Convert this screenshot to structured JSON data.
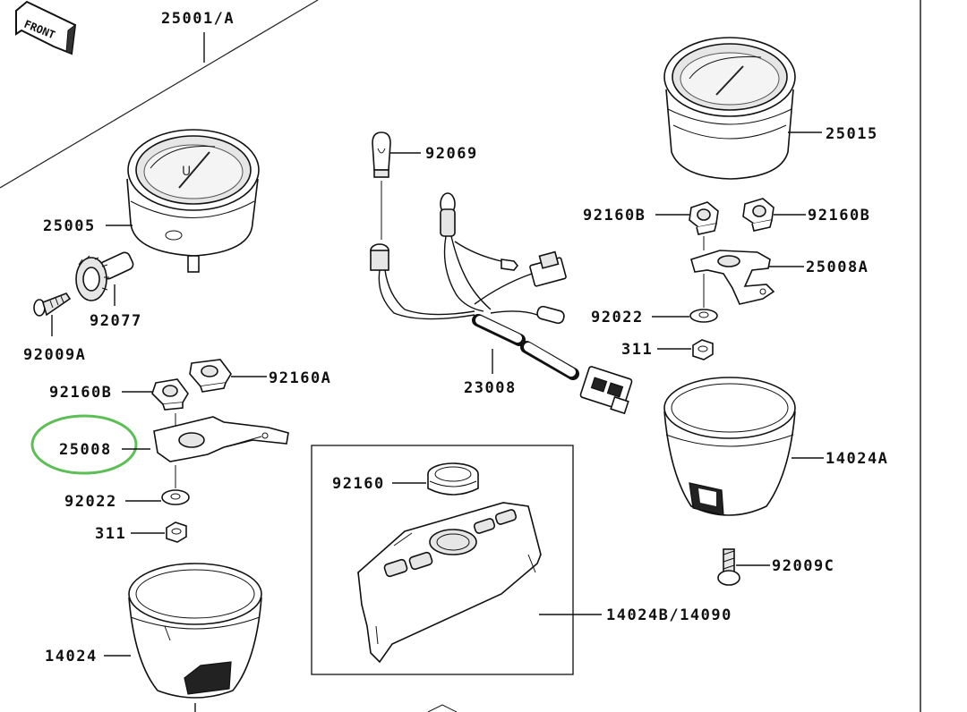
{
  "front_text": "FRONT",
  "labels": {
    "l_25001A": "25001/A",
    "l_25005": "25005",
    "l_92077": "92077",
    "l_92009A": "92009A",
    "l_92160A": "92160A",
    "l_92160B_left": "92160B",
    "l_25008": "25008",
    "l_92022_left": "92022",
    "l_311_left": "311",
    "l_14024": "14024",
    "l_92069": "92069",
    "l_23008": "23008",
    "l_92160": "92160",
    "l_14024B": "14024B/14090",
    "l_25015": "25015",
    "l_92160B_r1": "92160B",
    "l_92160B_r2": "92160B",
    "l_25008A": "25008A",
    "l_92022_right": "92022",
    "l_311_right": "311",
    "l_14024A": "14024A",
    "l_92009C": "92009C"
  },
  "colors": {
    "highlight": "#5cbf55",
    "ink": "#111111"
  }
}
